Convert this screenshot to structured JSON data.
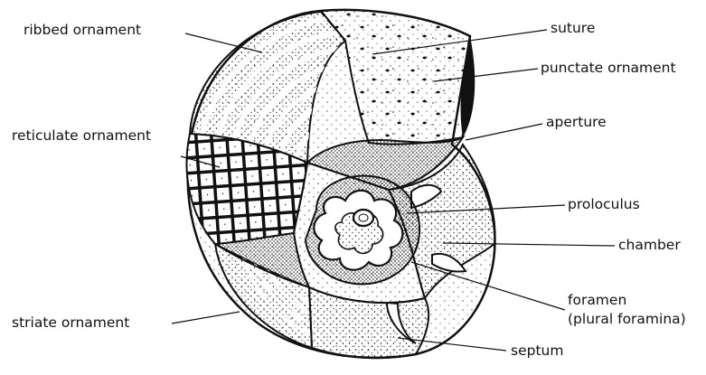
{
  "diagram": {
    "labels": {
      "ribbed": "ribbed ornament",
      "reticulate": "reticulate ornament",
      "striate": "striate ornament",
      "suture": "suture",
      "punctate": "punctate ornament",
      "aperture": "aperture",
      "proloculus": "proloculus",
      "chamber": "chamber",
      "foramen": "foramen",
      "foramen_plural": "(plural foramina)",
      "septum": "septum"
    },
    "colors": {
      "ink": "#111111",
      "paper": "#ffffff"
    }
  }
}
